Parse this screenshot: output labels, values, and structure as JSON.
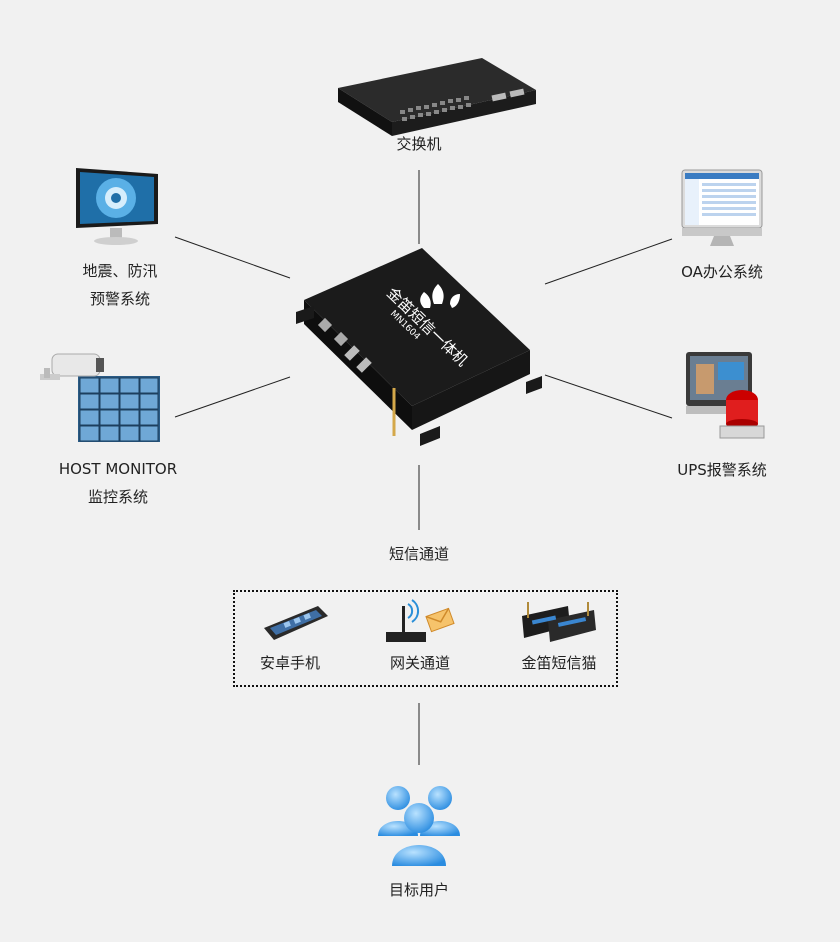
{
  "hub": {
    "brand_text": "金笛短信一体机",
    "model_text": "MN1604"
  },
  "nodes": {
    "switch": {
      "label": "交换机"
    },
    "earthquake": {
      "line1": "地震、防汛",
      "line2": "预警系统"
    },
    "oa": {
      "label": "OA办公系统"
    },
    "host_monitor": {
      "line1": "HOST MONITOR",
      "line2": "监控系统"
    },
    "ups": {
      "label": "UPS报警系统"
    }
  },
  "channel": {
    "label": "短信通道",
    "items": [
      {
        "label": "安卓手机",
        "icon": "smartphone-icon"
      },
      {
        "label": "网关通道",
        "icon": "gateway-icon"
      },
      {
        "label": "金笛短信猫",
        "icon": "sms-modem-icon"
      }
    ]
  },
  "target": {
    "label": "目标用户",
    "icon": "users-icon"
  },
  "colors": {
    "background": "#f1f1f1",
    "line": "#222222",
    "accent_blue": "#3a9ae8"
  }
}
